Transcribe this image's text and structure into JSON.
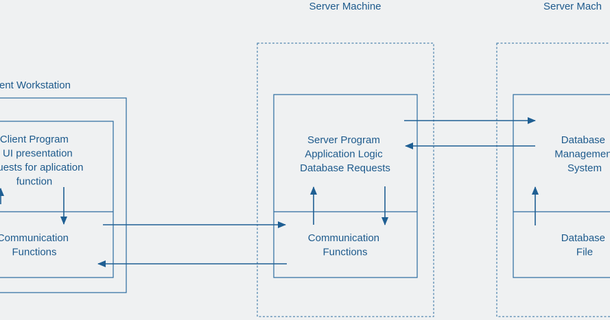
{
  "labels": {
    "server_machine_1": "Server Machine",
    "server_machine_2": "Server Mach",
    "client_workstation": "ent Workstation"
  },
  "client": {
    "program_lines": [
      "Client Program",
      "UI presentation",
      "uests for aplication",
      "function"
    ],
    "comm_lines": [
      "Communication",
      "Functions"
    ]
  },
  "server": {
    "program_lines": [
      "Server Program",
      "Application Logic",
      "Database Requests"
    ],
    "comm_lines": [
      "Communication",
      "Functions"
    ]
  },
  "database": {
    "dbms_lines": [
      "Database",
      "Managemen",
      "System"
    ],
    "file_lines": [
      "Database",
      "File"
    ]
  },
  "colors": {
    "background": "#eff1f2",
    "line": "#2a6a9e",
    "text": "#1d5a8c"
  }
}
